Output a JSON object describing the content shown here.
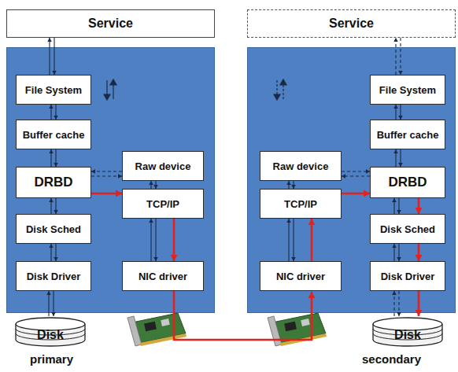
{
  "diagram": {
    "nodes": [
      {
        "text": [
          "Service"
        ]
      },
      {
        "text": [
          "Service"
        ]
      },
      {
        "text": [
          "File System"
        ]
      },
      {
        "text": [
          "Buffer cache"
        ]
      },
      {
        "text": [
          "DRBD"
        ]
      },
      {
        "text": [
          "Disk Sched"
        ]
      },
      {
        "text": [
          "Disk Driver"
        ]
      },
      {
        "text": [
          "Raw device"
        ]
      },
      {
        "text": [
          "TCP/IP"
        ]
      },
      {
        "text": [
          "NIC driver"
        ]
      },
      {
        "text": [
          "Disk"
        ]
      },
      {
        "text": [
          "Raw device"
        ]
      },
      {
        "text": [
          "TCP/IP"
        ]
      },
      {
        "text": [
          "NIC driver"
        ]
      },
      {
        "text": [
          "File System"
        ]
      },
      {
        "text": [
          "Buffer cache"
        ]
      },
      {
        "text": [
          "DRBD"
        ]
      },
      {
        "text": [
          "Disk Sched"
        ]
      },
      {
        "text": [
          "Disk Driver"
        ]
      },
      {
        "text": [
          "Disk"
        ]
      }
    ],
    "edges": [
      {
        "from": 0,
        "to": 2,
        "arrow": "both"
      },
      {
        "from": 2,
        "to": 3,
        "arrow": "both"
      },
      {
        "from": 3,
        "to": 4,
        "arrow": "both"
      },
      {
        "from": 4,
        "to": 5,
        "arrow": "both"
      },
      {
        "from": 5,
        "to": 6,
        "arrow": "both"
      },
      {
        "from": 6,
        "to": 10,
        "arrow": "both"
      },
      {
        "from": 4,
        "to": 7,
        "arrow": "both"
      },
      {
        "from": 7,
        "to": 8,
        "arrow": "both"
      },
      {
        "from": 8,
        "to": 9,
        "arrow": "both"
      },
      {
        "from": 1,
        "to": 14,
        "arrow": "both"
      },
      {
        "from": 14,
        "to": 15,
        "arrow": "both"
      },
      {
        "from": 15,
        "to": 16,
        "arrow": "both"
      },
      {
        "from": 16,
        "to": 17,
        "arrow": "both"
      },
      {
        "from": 17,
        "to": 18,
        "arrow": "both"
      },
      {
        "from": 18,
        "to": 19,
        "arrow": "both"
      },
      {
        "from": 16,
        "to": 11,
        "arrow": "both"
      },
      {
        "from": 11,
        "to": 12,
        "arrow": "both"
      },
      {
        "from": 12,
        "to": 13,
        "arrow": "both"
      },
      {
        "from": 4,
        "to": 8,
        "arrow": "to"
      },
      {
        "from": 8,
        "to": 9,
        "arrow": "to"
      },
      {
        "from": 9,
        "to": 13,
        "arrow": "to"
      },
      {
        "from": 13,
        "to": 12,
        "arrow": "to"
      },
      {
        "from": 12,
        "to": 16,
        "arrow": "to"
      },
      {
        "from": 16,
        "to": 17,
        "arrow": "to"
      },
      {
        "from": 17,
        "to": 18,
        "arrow": "to"
      },
      {
        "from": 18,
        "to": 19,
        "arrow": "to"
      }
    ],
    "labels": [
      "primary",
      "secondary"
    ]
  }
}
